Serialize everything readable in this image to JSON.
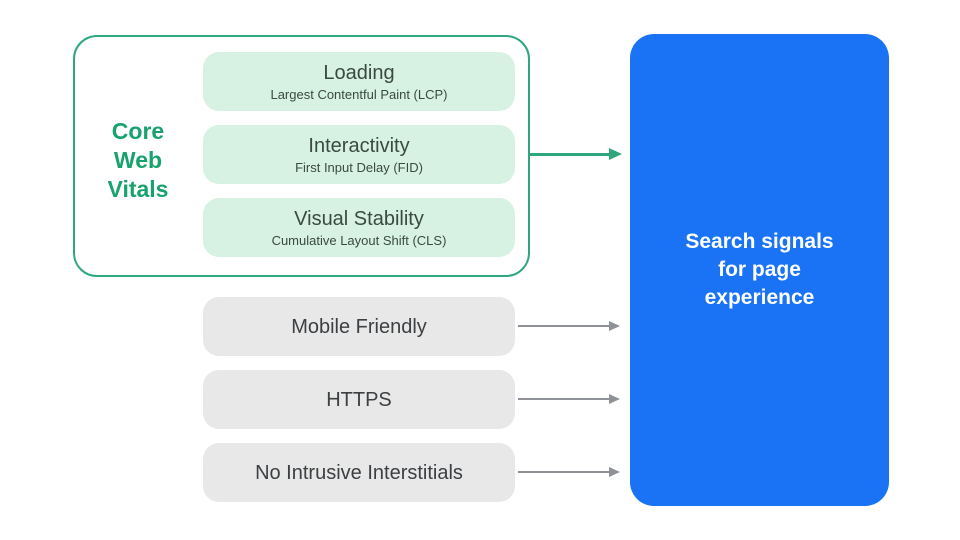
{
  "colors": {
    "green_text": "#17a26e",
    "green_border": "#2ea77d",
    "mint_fill": "#d7f2e3",
    "mint_text": "#3a4a42",
    "gray_fill": "#e8e8e8",
    "gray_text": "#3c4043",
    "gray_arrow": "#8e9297",
    "blue_fill": "#1973f4",
    "blue_text": "#ffffff",
    "page_bg": "#ffffff"
  },
  "core_web_vitals": {
    "label_lines": [
      "Core",
      "Web",
      "Vitals"
    ],
    "cards": [
      {
        "title": "Loading",
        "subtitle": "Largest Contentful Paint (LCP)"
      },
      {
        "title": "Interactivity",
        "subtitle": "First Input Delay (FID)"
      },
      {
        "title": "Visual Stability",
        "subtitle": "Cumulative Layout Shift (CLS)"
      }
    ]
  },
  "other_signals": [
    {
      "label": "Mobile Friendly"
    },
    {
      "label": "HTTPS"
    },
    {
      "label": "No Intrusive Interstitials"
    }
  ],
  "result": {
    "lines": [
      "Search signals",
      "for page",
      "experience"
    ]
  }
}
